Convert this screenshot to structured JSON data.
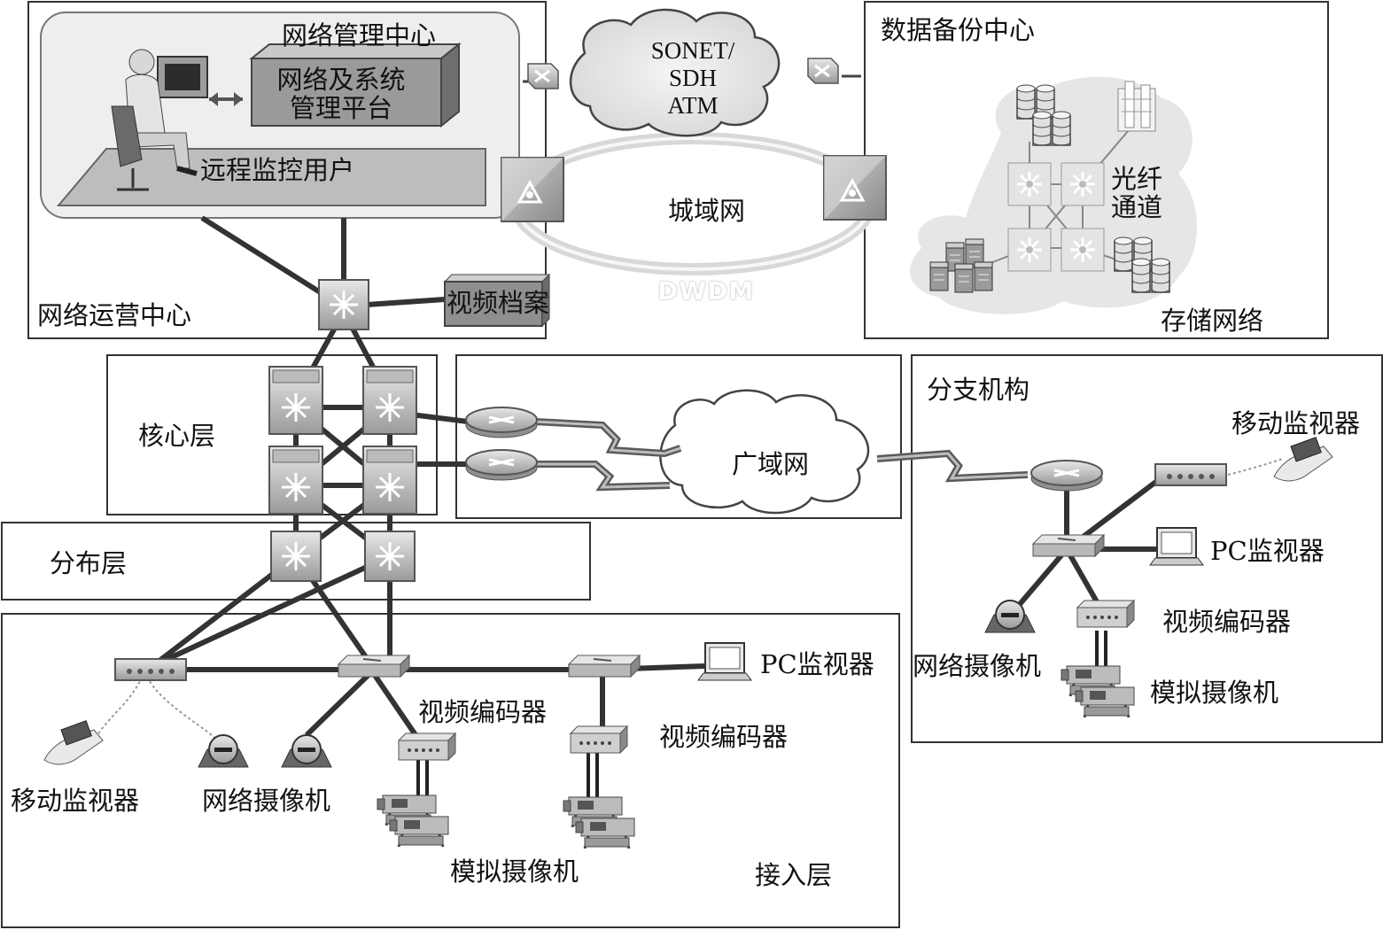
{
  "regions": {
    "noc": "网络运营中心",
    "nmc": "网络管理中心",
    "backup": "数据备份中心",
    "core": "核心层",
    "distribution": "分布层",
    "access": "接入层",
    "branch": "分支机构"
  },
  "noc": {
    "platform": [
      "网络及系统",
      "管理平台"
    ],
    "remote_user": "远程监控用户",
    "video_archive": "视频档案"
  },
  "clouds": {
    "sonet": [
      "SONET/",
      "SDH",
      "ATM"
    ],
    "metro": "城域网",
    "dwdm": "DWDM",
    "wan": "广域网"
  },
  "backup": {
    "fiber_channel": [
      "光纤",
      "通道"
    ],
    "storage_network": "存储网络"
  },
  "access": {
    "mobile_monitor": "移动监视器",
    "network_camera": "网络摄像机",
    "video_encoder_1": "视频编码器",
    "video_encoder_2": "视频编码器",
    "analog_camera": "模拟摄像机",
    "pc_monitor": "PC监视器"
  },
  "branch": {
    "mobile_monitor": "移动监视器",
    "pc_monitor": "PC监视器",
    "video_encoder": "视频编码器",
    "network_camera": "网络摄像机",
    "analog_camera": "模拟摄像机"
  }
}
